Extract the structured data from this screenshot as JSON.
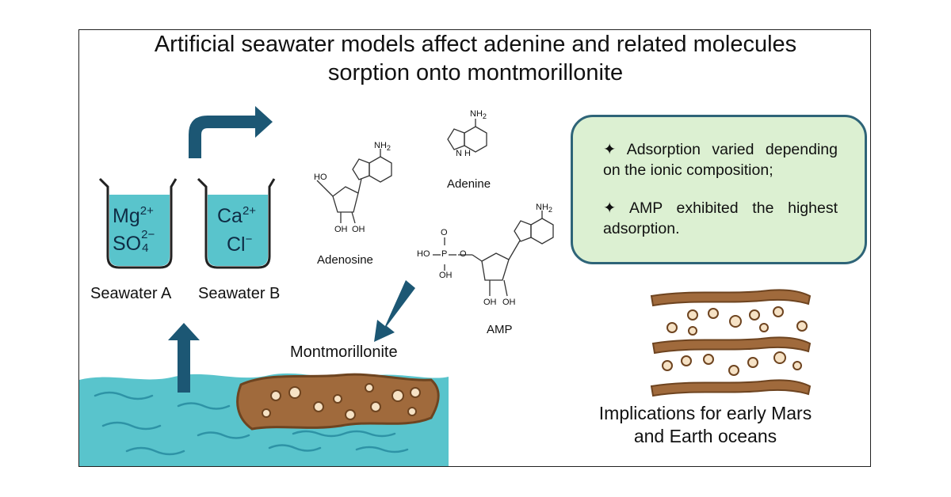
{
  "title": {
    "line1": "Artificial seawater models affect adenine and related molecules",
    "line2": "sorption onto montmorillonite"
  },
  "seawater": {
    "a": {
      "label": "Seawater A",
      "cation": "Mg",
      "cation_charge": "2+",
      "anion": "SO",
      "anion_sub": "4",
      "anion_charge": "2−"
    },
    "b": {
      "label": "Seawater B",
      "cation": "Ca",
      "cation_charge": "2+",
      "anion": "Cl",
      "anion_charge": "−"
    }
  },
  "molecules": {
    "adenine": "Adenine",
    "adenosine": "Adenosine",
    "amp": "AMP",
    "atoms": {
      "nh2": "NH",
      "nh2_sub": "2",
      "n": "N",
      "h": "H",
      "oh": "OH",
      "ho": "HO",
      "o": "O",
      "p": "P"
    }
  },
  "clay_label": "Montmorillonite",
  "findings": [
    "✦ Adsorption varied depending on the ionic composition;",
    "✦ AMP exhibited the highest adsorption."
  ],
  "implications": {
    "line1": "Implications for early Mars",
    "line2": "and Earth oceans"
  },
  "colors": {
    "water": "#59c4cc",
    "arrow": "#1c5774",
    "clay": "#a06a3c",
    "bead": "#f6e2c5",
    "findings_bg": "#dcf0d2",
    "findings_border": "#2e6478"
  }
}
